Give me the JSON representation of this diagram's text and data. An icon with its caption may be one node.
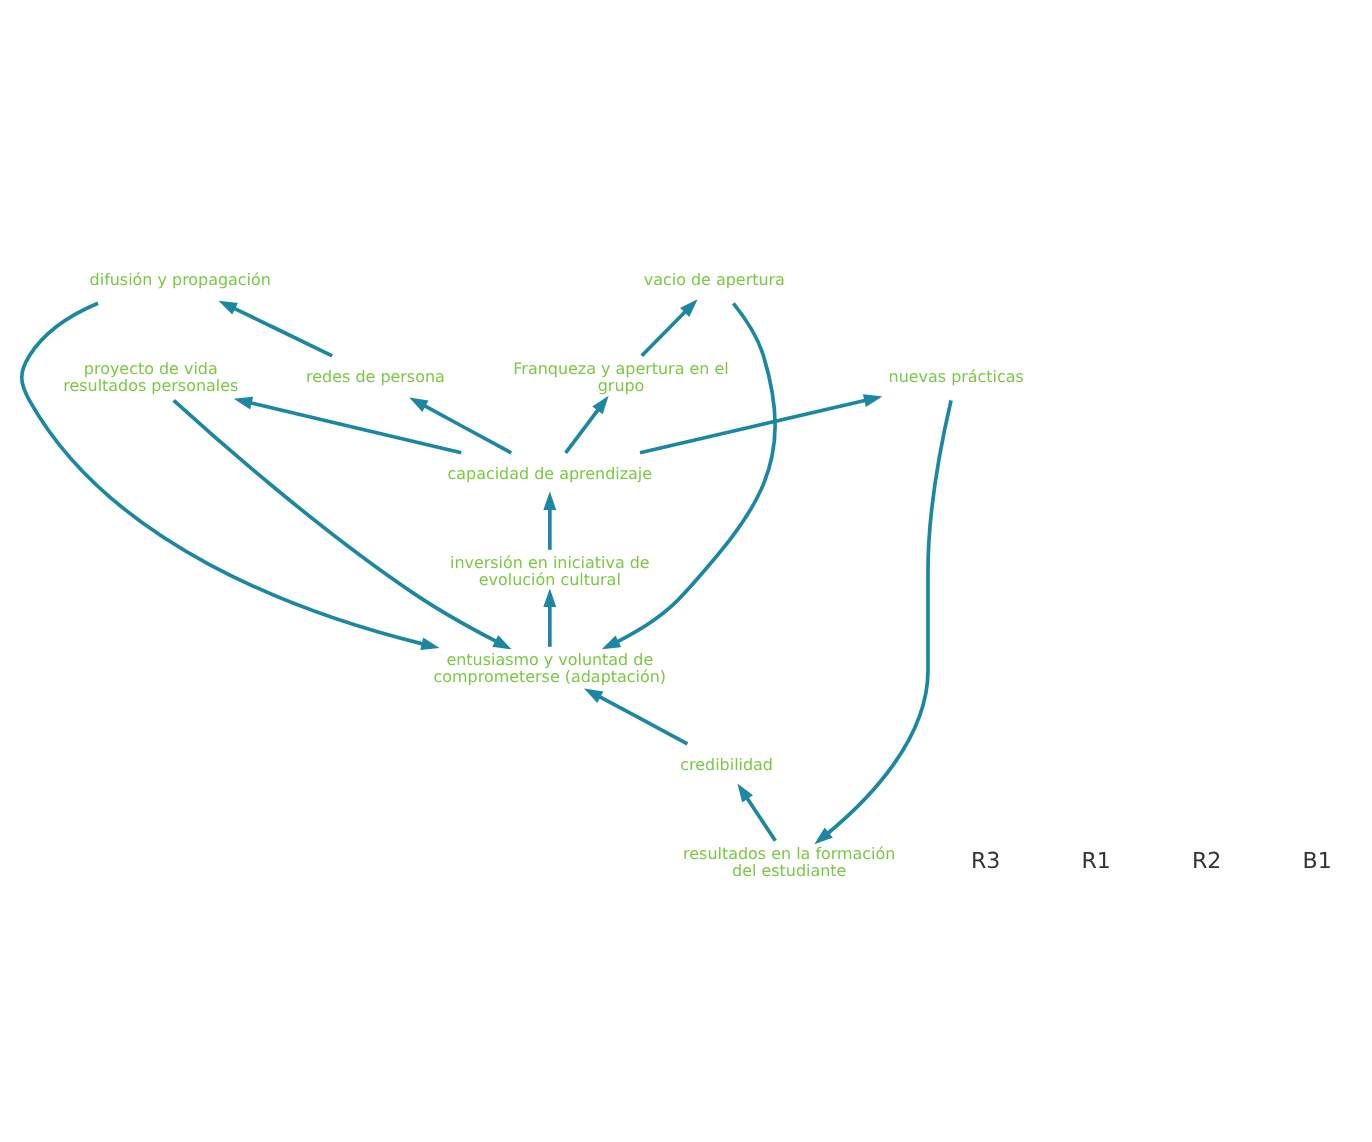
{
  "diagram": {
    "nodes": [
      {
        "text": [
          "resultados en la formación del estudiante"
        ]
      },
      {
        "text": [
          "credibilidad"
        ]
      },
      {
        "text": [
          "proyecto de vida resultados personales"
        ]
      },
      {
        "text": [
          "difusión y propagación"
        ]
      },
      {
        "text": [
          "nuevas prácticas"
        ]
      },
      {
        "text": [
          "redes de persona"
        ]
      },
      {
        "text": [
          "entusiasmo y voluntad de comprometerse (adaptación)"
        ]
      },
      {
        "text": [
          "capacidad de aprendizaje"
        ]
      },
      {
        "text": [
          "inversión en iniciativa de evolución cultural"
        ]
      },
      {
        "text": [
          "vacio de apertura"
        ]
      },
      {
        "text": [
          "Franqueza y apertura en el grupo"
        ]
      }
    ],
    "edges": [
      {
        "from": 4,
        "to": 0,
        "arrow": "to"
      },
      {
        "from": 0,
        "to": 1,
        "arrow": "to"
      },
      {
        "from": 1,
        "to": 6,
        "arrow": "to"
      },
      {
        "from": 2,
        "to": 6,
        "arrow": "to"
      },
      {
        "from": 3,
        "to": 6,
        "arrow": "to"
      },
      {
        "from": 5,
        "to": 3,
        "arrow": "to"
      },
      {
        "from": 7,
        "to": 5,
        "arrow": "to"
      },
      {
        "from": 7,
        "to": 2,
        "arrow": "to"
      },
      {
        "from": 7,
        "to": 4,
        "arrow": "to"
      },
      {
        "from": 6,
        "to": 8,
        "arrow": "to"
      },
      {
        "from": 8,
        "to": 7,
        "arrow": "to"
      },
      {
        "from": 7,
        "to": 10,
        "arrow": "to"
      },
      {
        "from": 10,
        "to": 9,
        "arrow": "to"
      },
      {
        "from": 9,
        "to": 6,
        "arrow": "to"
      }
    ],
    "labels": [
      "R3",
      "R1",
      "R2",
      "B1"
    ]
  }
}
